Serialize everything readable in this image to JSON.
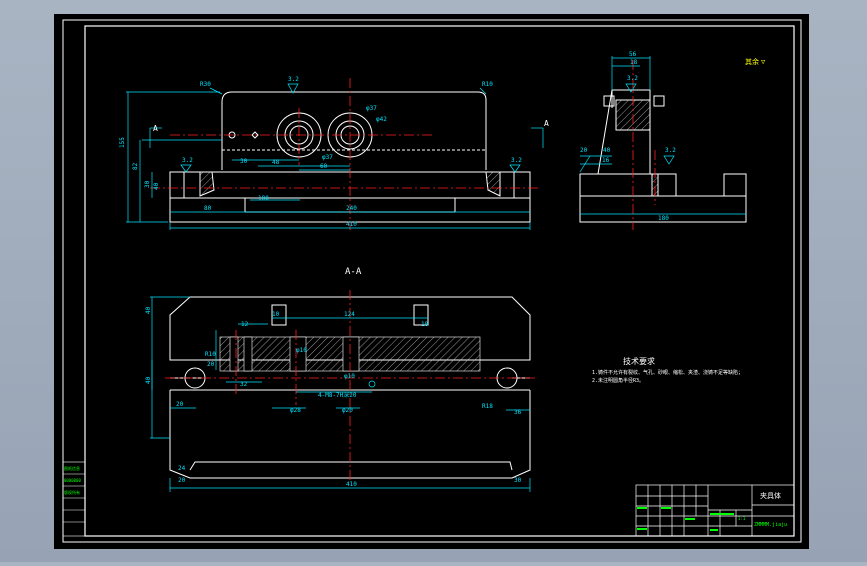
{
  "colors": {
    "background": "#000000",
    "geometry": "#ffffff",
    "center_lines": "#ff2020",
    "dimensions": "#00e5ff",
    "hatch": "#d8d8d8",
    "titleblock_text": "#00ff00",
    "note_text": "#ffffff",
    "symbols": "#ffff00"
  },
  "front_view": {
    "radius_left": "R30",
    "radius_right": "R10",
    "rough_top": "3.2",
    "hole_dia_1": "φ37",
    "hole_dia_2": "φ42",
    "hole_dia_3": "φ37",
    "dim_30": "30",
    "dim_48": "48",
    "dim_60": "60",
    "dim_left_height": "155",
    "dim_82": "82",
    "dim_30v": "30",
    "dim_40": "40",
    "rough_left": "3.2",
    "rough_right": "3.2",
    "dim_bottom_1": "80",
    "dim_bottom_2": "100",
    "dim_base": "240",
    "dim_total": "410",
    "section_label_left": "A",
    "section_label_right": "A"
  },
  "side_view": {
    "dim_56": "56",
    "dim_18": "18",
    "rough_top": "3.2",
    "dim_40": "40",
    "dim_20": "20",
    "dim_16": "16",
    "rough_side": "3.2",
    "dim_width": "180",
    "corner_note": "其余",
    "corner_mark": "▽"
  },
  "section_view": {
    "title": "A-A",
    "dim_40l": "40",
    "dim_12": "12",
    "dim_10a": "10",
    "dim_top": "124",
    "dim_10b": "10",
    "dim_r10": "R10",
    "dim_20l": "20",
    "dim_40b": "40",
    "dim_20b": "20",
    "dim_32": "32",
    "dim_phi10a": "φ10",
    "dim_phi28": "φ28",
    "dim_phi20": "φ20",
    "dim_phi10b": "φ10",
    "dim_m8": "4-M8-7H深20",
    "dim_r18": "R18",
    "dim_36": "36",
    "dim_24": "24",
    "dim_20r": "20",
    "dim_30": "30",
    "dim_bottom": "410"
  },
  "notes": {
    "title": "技术要求",
    "line1": "1.铸件不允许有裂纹、气孔、砂眼、缩松、夹渣、浇铸不足等缺陷；",
    "line2": "2.未注明圆角半径R3。"
  },
  "title_block": {
    "part_name": "夹具体",
    "drawing_no": "ZMMMM.jiaju",
    "scale": "1:1"
  },
  "side_stamp": {
    "line1": "图纸信息",
    "line2": "0000000",
    "line3": "版权所有"
  }
}
